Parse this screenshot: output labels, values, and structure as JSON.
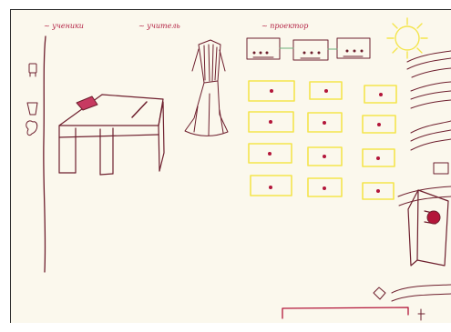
{
  "drawing": {
    "top_labels": [
      "~ ученики",
      "~ учитель",
      "~ проектор"
    ],
    "colors": {
      "paper": "#fbf8ed",
      "ink": "#6e1f2e",
      "yellow_desk": "#f4e54d",
      "red_mark": "#b3163a"
    }
  }
}
